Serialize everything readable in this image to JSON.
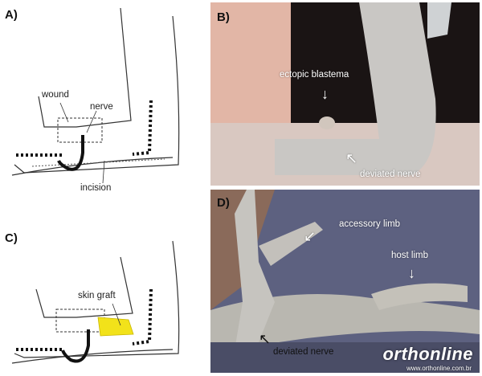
{
  "panels": {
    "a": {
      "letter": "A)",
      "wound": "wound",
      "nerve": "nerve",
      "incision": "incision"
    },
    "b": {
      "letter": "B)",
      "ectopic_blastema": "ectopic blastema",
      "deviated_nerve": "deviated nerve"
    },
    "c": {
      "letter": "C)",
      "skin_graft": "skin graft"
    },
    "d": {
      "letter": "D)",
      "accessory_limb": "accessory limb",
      "host_limb": "host limb",
      "deviated_nerve": "deviated nerve"
    }
  },
  "watermark": {
    "brand": "orthonline",
    "url": "www.orthonline.com.br"
  },
  "colors": {
    "skin_graft": "#f2e21a",
    "photo_b_bg": "#d8b5a8",
    "photo_d_bg": "#5a5f7a"
  }
}
